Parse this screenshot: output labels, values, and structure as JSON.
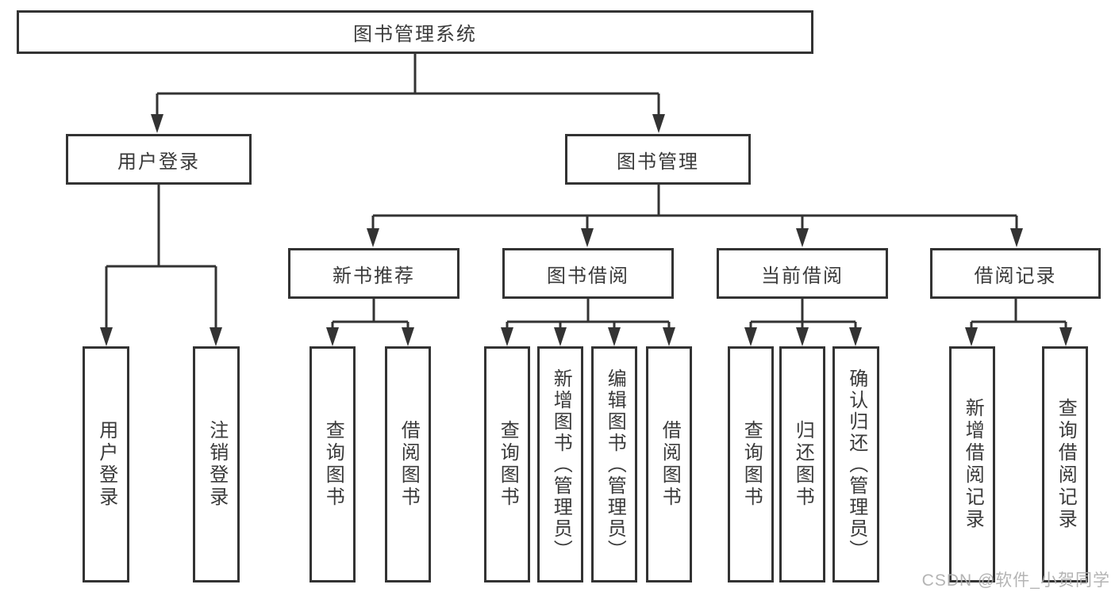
{
  "diagram": {
    "root": "图书管理系统",
    "userLogin": {
      "label": "用户登录",
      "login": "用户登录",
      "logout": "注销登录"
    },
    "bookManagement": {
      "label": "图书管理",
      "newBookRecommend": {
        "label": "新书推荐",
        "queryBooks": "查询图书",
        "borrowBooks": "借阅图书"
      },
      "bookBorrow": {
        "label": "图书借阅",
        "queryBooks": "查询图书",
        "addBooks": "新增图书（管理员）",
        "editBooks": "编辑图书（管理员）",
        "borrowBooks": "借阅图书"
      },
      "currentBorrow": {
        "label": "当前借阅",
        "queryBooks": "查询图书",
        "returnBooks": "归还图书",
        "confirmReturn": "确认归还（管理员）"
      },
      "borrowRecords": {
        "label": "借阅记录",
        "addRecord": "新增借阅记录",
        "queryRecord": "查询借阅记录"
      }
    }
  },
  "watermark": "CSDN @软件_小贺同学",
  "colors": {
    "line": "#333333",
    "border": "#333333",
    "text": "#3a3a3a",
    "watermark": "#acacac",
    "background": "#ffffff"
  }
}
